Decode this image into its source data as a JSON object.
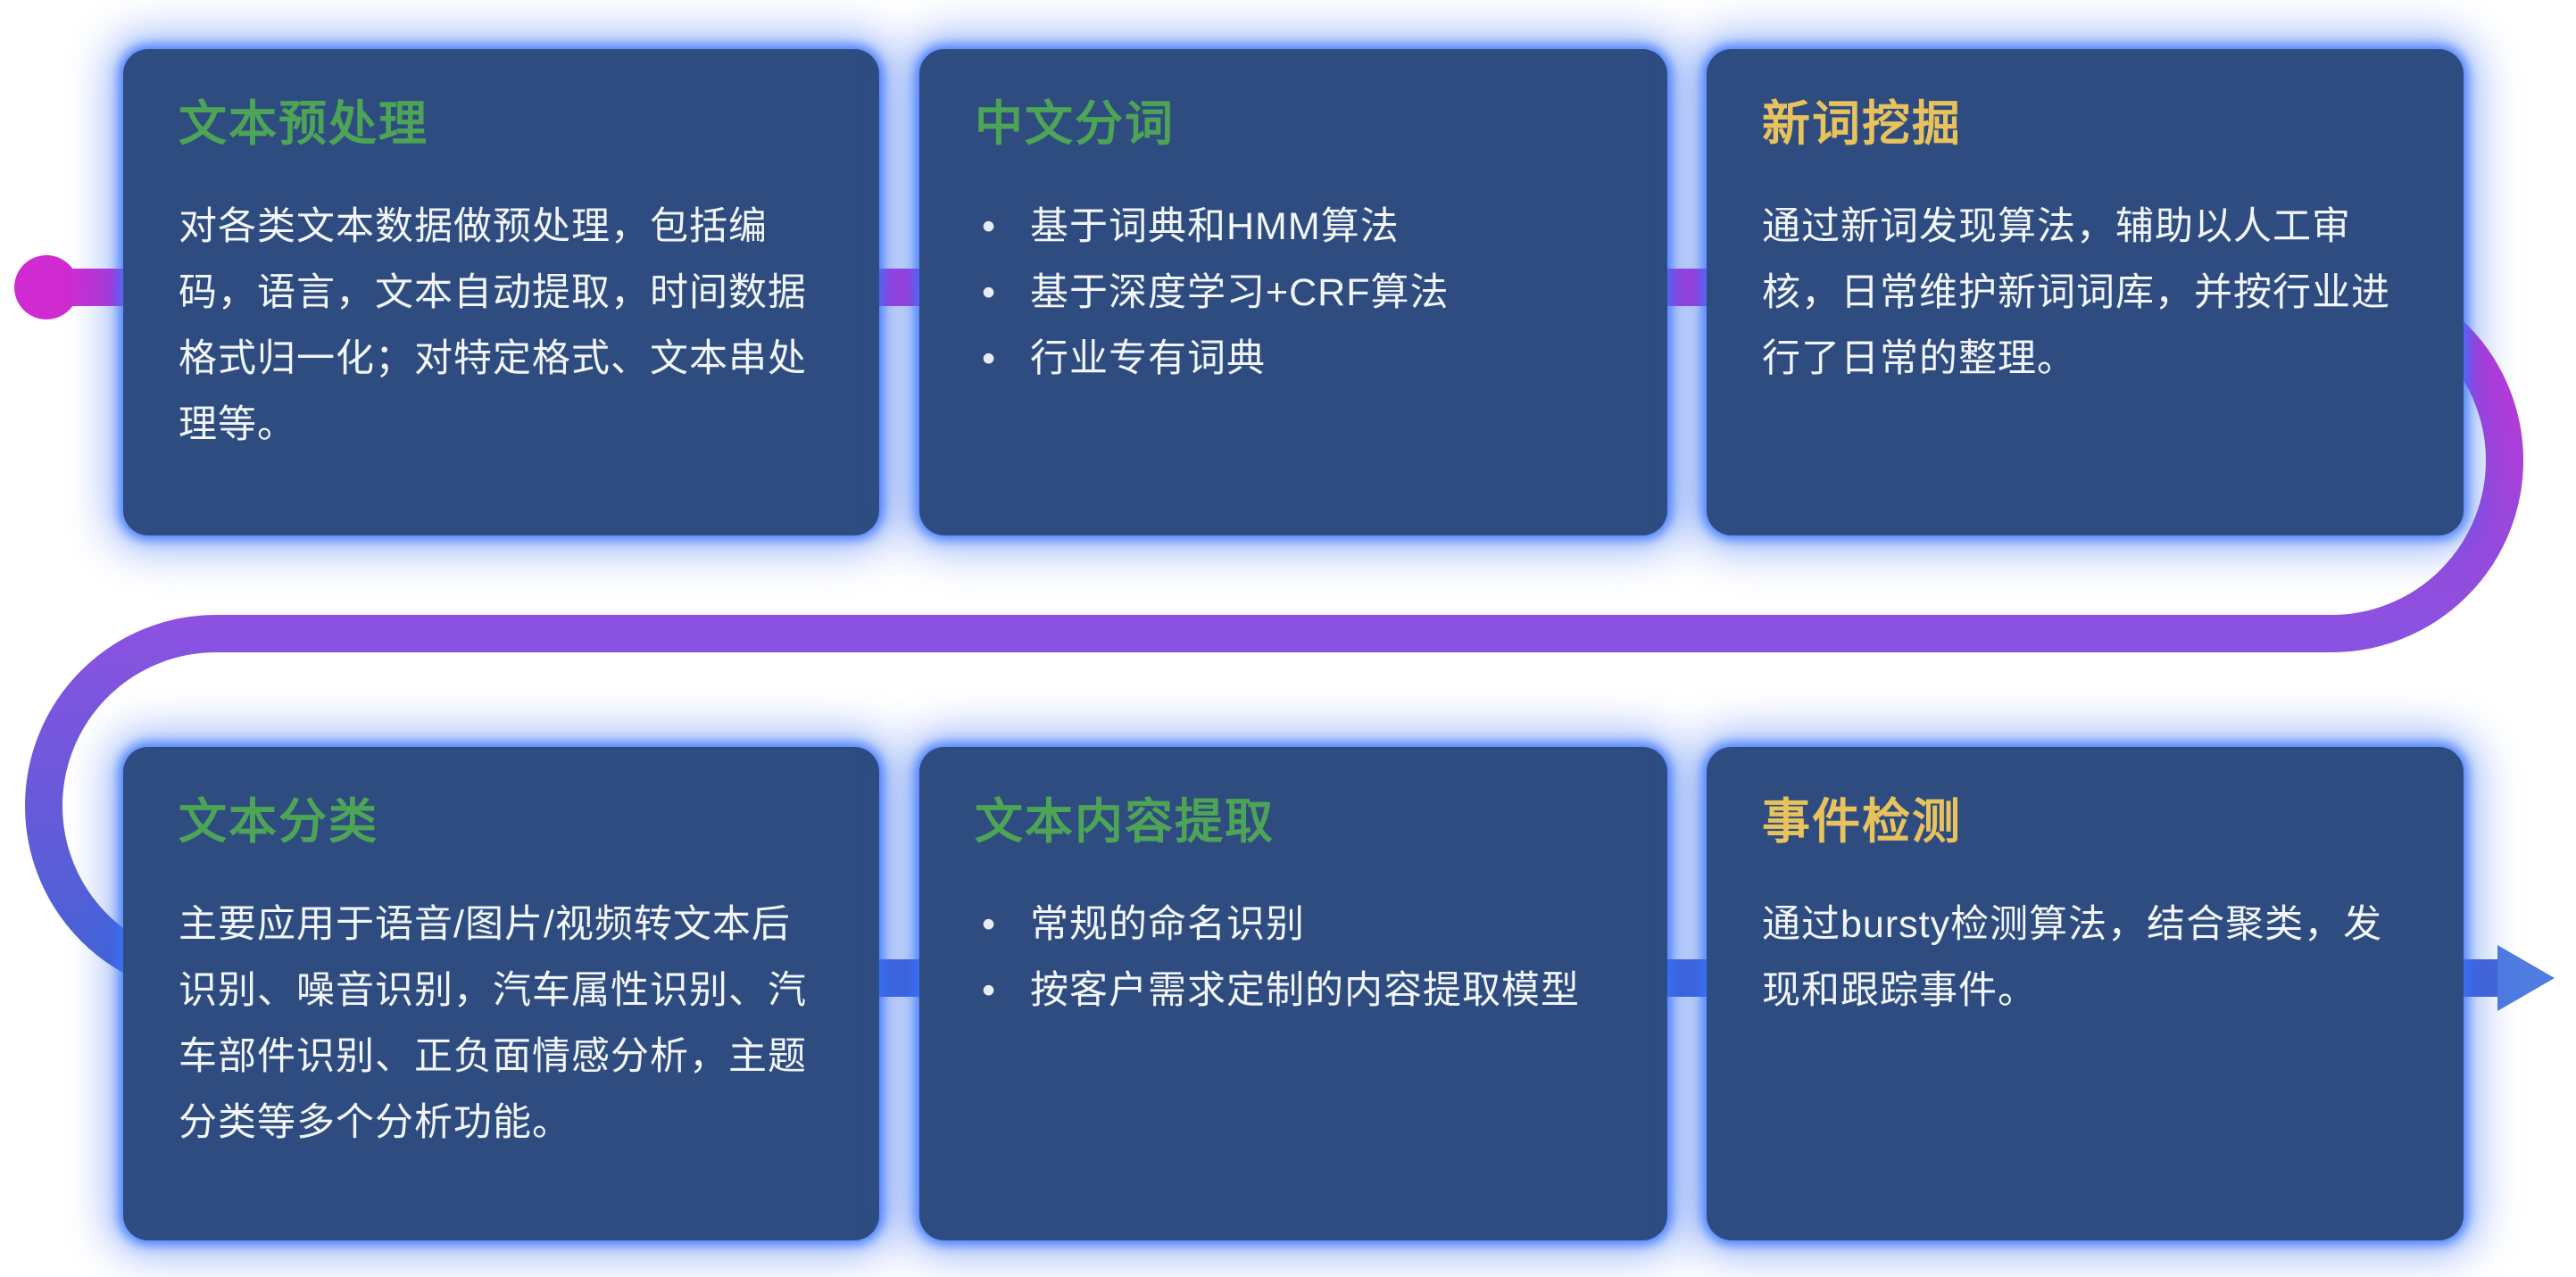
{
  "flow": {
    "start_dot_color": "#d02bd0",
    "top_color": "#c92fd3",
    "mid_color": "#8a52e0",
    "bottom_color": "#4464d4",
    "arrow_color": "#4f7ce0"
  },
  "cards": [
    {
      "title": "文本预处理",
      "title_color": "#4da456",
      "body": "对各类文本数据做预处理，包括编码，语言，文本自动提取，时间数据格式归一化；对特定格式、文本串处理等。",
      "bullets": []
    },
    {
      "title": "中文分词",
      "title_color": "#4da456",
      "body": "",
      "bullets": [
        "基于词典和HMM算法",
        "基于深度学习+CRF算法",
        "行业专有词典"
      ]
    },
    {
      "title": "新词挖掘",
      "title_color": "#e7c25d",
      "body": "通过新词发现算法，辅助以人工审核，日常维护新词词库，并按行业进行了日常的整理。",
      "bullets": []
    },
    {
      "title": "文本分类",
      "title_color": "#4da456",
      "body": "主要应用于语音/图片/视频转文本后识别、噪音识别，汽车属性识别、汽车部件识别、正负面情感分析，主题分类等多个分析功能。",
      "bullets": []
    },
    {
      "title": "文本内容提取",
      "title_color": "#4da456",
      "body": "",
      "bullets": [
        "常规的命名识别",
        "按客户需求定制的内容提取模型"
      ]
    },
    {
      "title": "事件检测",
      "title_color": "#e7c25d",
      "body": "通过bursty检测算法，结合聚类，发现和跟踪事件。",
      "bullets": []
    }
  ]
}
